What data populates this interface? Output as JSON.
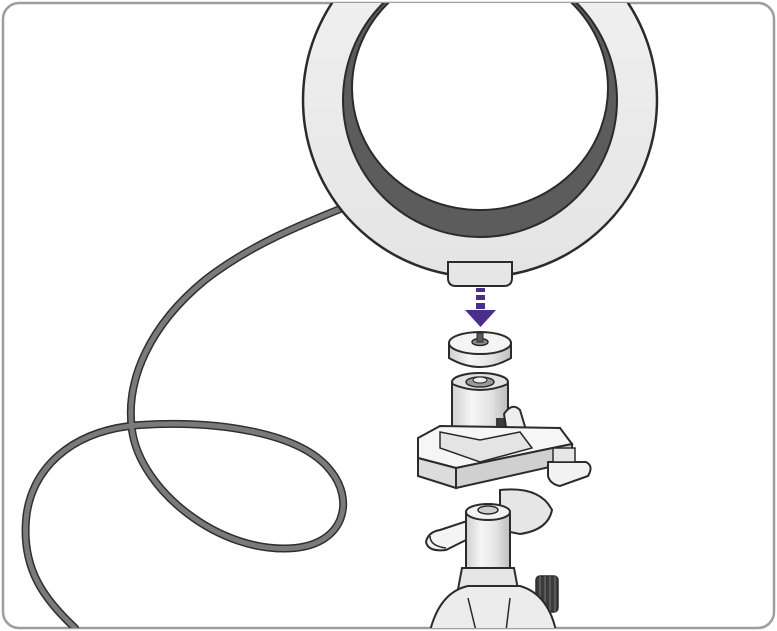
{
  "illustration": {
    "components": [
      "ring-light",
      "power-cable",
      "ball-head-mount",
      "tripod-head",
      "mounting-arrow"
    ],
    "arrow": {
      "direction": "down",
      "color": "#4b2e8c"
    },
    "colors": {
      "border": "#9e9e9e",
      "ring_outer": "#ececec",
      "ring_inner": "#5c5c5c",
      "cable": "#7a7a7a",
      "hardware_light": "#f4f4f4",
      "hardware_mid": "#d8d8d8",
      "hardware_dark": "#3b3b3b",
      "outline": "#2b2b2b"
    }
  }
}
